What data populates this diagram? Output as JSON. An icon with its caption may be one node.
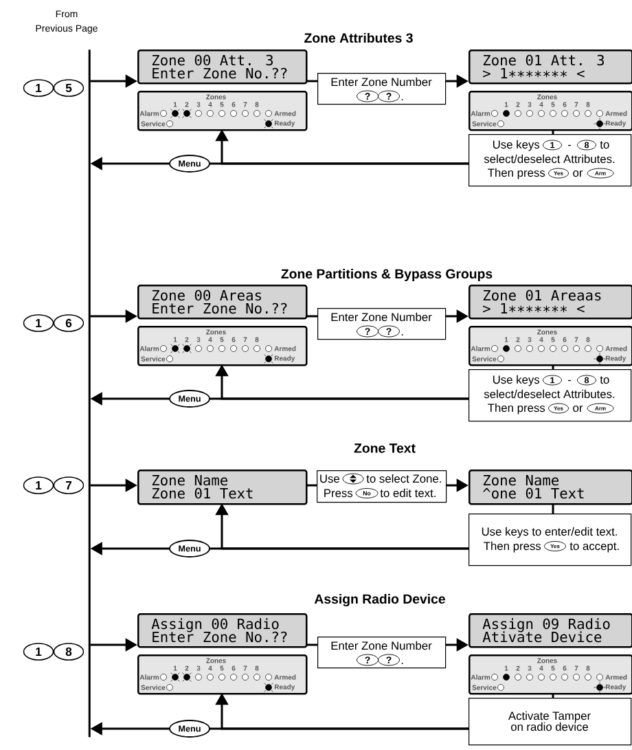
{
  "diagram": {
    "nodes": [
      {
        "text": [],
        "shape": "bar",
        "beside": [
          "From",
          "Previous Page"
        ]
      },
      {
        "text": [
          "1"
        ]
      },
      {
        "text": [
          "5"
        ]
      },
      {
        "text": [
          "Zone 00 Att. 3",
          "Enter Zone No.??"
        ]
      },
      {
        "text": [
          "Zones",
          "1",
          "2",
          "3",
          "4",
          "5",
          "6",
          "7",
          "8",
          "Alarm",
          "Armed",
          "Service",
          "Ready"
        ]
      },
      {
        "text": [
          "Enter Zone Number",
          "."
        ]
      },
      {
        "text": [
          "?"
        ],
        "in": 5
      },
      {
        "text": [
          "?"
        ],
        "in": 5
      },
      {
        "text": [
          "Zone 01 Att. 3",
          "> 1∗∗∗∗∗∗∗ <"
        ]
      },
      {
        "text": [
          "Zones",
          "1",
          "2",
          "3",
          "4",
          "5",
          "6",
          "7",
          "8",
          "Alarm",
          "Armed",
          "Service",
          "Ready"
        ]
      },
      {
        "text": [
          "Use keys",
          "-",
          "to",
          "select/deselect Attributes.",
          "Then press",
          "or"
        ]
      },
      {
        "text": [
          "1"
        ],
        "in": 10
      },
      {
        "text": [
          "8"
        ],
        "in": 10
      },
      {
        "text": [
          "Yes"
        ],
        "in": 10
      },
      {
        "text": [
          "Arm"
        ],
        "in": 10
      },
      {
        "text": [
          "Menu"
        ]
      },
      {
        "text": [
          "1"
        ]
      },
      {
        "text": [
          "6"
        ]
      },
      {
        "text": [
          "Zone 00 Areas",
          "Enter Zone No.??"
        ]
      },
      {
        "text": [
          "Zones",
          "1",
          "2",
          "3",
          "4",
          "5",
          "6",
          "7",
          "8",
          "Alarm",
          "Armed",
          "Service",
          "Ready"
        ]
      },
      {
        "text": [
          "Enter Zone Number",
          "."
        ]
      },
      {
        "text": [
          "?"
        ],
        "in": 20
      },
      {
        "text": [
          "?"
        ],
        "in": 20
      },
      {
        "text": [
          "Zone 01 Areaas",
          "> 1∗∗∗∗∗∗∗ <"
        ]
      },
      {
        "text": [
          "Zones",
          "1",
          "2",
          "3",
          "4",
          "5",
          "6",
          "7",
          "8",
          "Alarm",
          "Armed",
          "Service",
          "Ready"
        ]
      },
      {
        "text": [
          "Use keys",
          "-",
          "to",
          "select/deselect Attributes.",
          "Then press",
          "or"
        ]
      },
      {
        "text": [
          "1"
        ],
        "in": 25
      },
      {
        "text": [
          "8"
        ],
        "in": 25
      },
      {
        "text": [
          "Yes"
        ],
        "in": 25
      },
      {
        "text": [
          "Arm"
        ],
        "in": 25
      },
      {
        "text": [
          "Menu"
        ]
      },
      {
        "text": [
          "1"
        ]
      },
      {
        "text": [
          "7"
        ]
      },
      {
        "text": [
          "Zone Name",
          "Zone 01 Text"
        ]
      },
      {
        "text": [
          "Use",
          "to select Zone.",
          "Press",
          "to edit text."
        ]
      },
      {
        "text": [
          "No"
        ],
        "in": 34
      },
      {
        "text": [
          "Zone Name",
          "^one 01 Text"
        ]
      },
      {
        "text": [
          "Use keys to enter/edit text.",
          "Then press",
          "to accept."
        ]
      },
      {
        "text": [
          "Yes"
        ],
        "in": 37
      },
      {
        "text": [
          "Menu"
        ]
      },
      {
        "text": [
          "1"
        ]
      },
      {
        "text": [
          "8"
        ]
      },
      {
        "text": [
          "Assign 00 Radio",
          "Enter Zone No.??"
        ]
      },
      {
        "text": [
          "Zones",
          "1",
          "2",
          "3",
          "4",
          "5",
          "6",
          "7",
          "8",
          "Alarm",
          "Armed",
          "Service",
          "Ready"
        ]
      },
      {
        "text": [
          "Enter Zone Number",
          "."
        ]
      },
      {
        "text": [
          "?"
        ],
        "in": 44
      },
      {
        "text": [
          "?"
        ],
        "in": 44
      },
      {
        "text": [
          "Assign 09 Radio",
          "Ativate Device"
        ]
      },
      {
        "text": [
          "Zones",
          "1",
          "2",
          "3",
          "4",
          "5",
          "6",
          "7",
          "8",
          "Alarm",
          "Armed",
          "Service",
          "Ready"
        ]
      },
      {
        "text": [
          "Activate Tamper on radio device"
        ]
      },
      {
        "text": [
          "Menu"
        ]
      }
    ],
    "edges": [
      {
        "from": 0,
        "to": 3,
        "arrow": "to"
      },
      {
        "from": 3,
        "to": 5,
        "arrow": "none"
      },
      {
        "from": 5,
        "to": 8,
        "arrow": "to"
      },
      {
        "from": 9,
        "to": 10,
        "arrow": "none"
      },
      {
        "from": 10,
        "to": 4,
        "arrow": "to"
      },
      {
        "from": 10,
        "to": 15,
        "arrow": "none"
      },
      {
        "from": 15,
        "to": 0,
        "arrow": "to"
      },
      {
        "from": 0,
        "to": 18,
        "arrow": "to"
      },
      {
        "from": 18,
        "to": 20,
        "arrow": "none"
      },
      {
        "from": 20,
        "to": 23,
        "arrow": "to"
      },
      {
        "from": 24,
        "to": 25,
        "arrow": "none"
      },
      {
        "from": 25,
        "to": 19,
        "arrow": "to"
      },
      {
        "from": 25,
        "to": 30,
        "arrow": "none"
      },
      {
        "from": 30,
        "to": 0,
        "arrow": "to"
      },
      {
        "from": 0,
        "to": 33,
        "arrow": "to"
      },
      {
        "from": 33,
        "to": 34,
        "arrow": "none"
      },
      {
        "from": 34,
        "to": 36,
        "arrow": "to"
      },
      {
        "from": 36,
        "to": 37,
        "arrow": "none"
      },
      {
        "from": 37,
        "to": 33,
        "arrow": "to"
      },
      {
        "from": 37,
        "to": 39,
        "arrow": "none"
      },
      {
        "from": 39,
        "to": 0,
        "arrow": "to"
      },
      {
        "from": 0,
        "to": 42,
        "arrow": "to"
      },
      {
        "from": 42,
        "to": 44,
        "arrow": "none"
      },
      {
        "from": 44,
        "to": 47,
        "arrow": "to"
      },
      {
        "from": 48,
        "to": 49,
        "arrow": "none"
      },
      {
        "from": 49,
        "to": 43,
        "arrow": "to"
      },
      {
        "from": 49,
        "to": 50,
        "arrow": "none"
      },
      {
        "from": 50,
        "to": 0,
        "arrow": "to"
      }
    ],
    "labels": [
      "Zone Attributes 3",
      "Zone Partitions & Bypass Groups",
      "Zone Text",
      "Assign Radio Device"
    ]
  }
}
